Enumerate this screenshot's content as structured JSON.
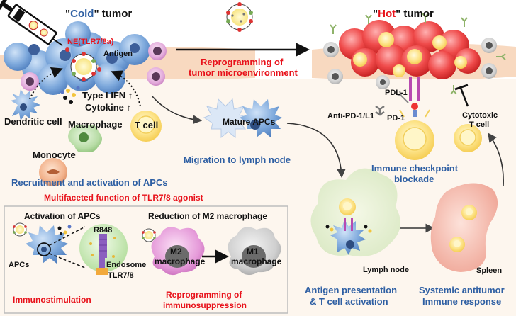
{
  "titles": {
    "cold_quote_open": "\"",
    "cold_word": "Cold",
    "cold_rest": "\" tumor",
    "hot_quote_open": "\"",
    "hot_word": "Hot",
    "hot_rest": "\" tumor"
  },
  "labels": {
    "ne_tlr": "NE(TLR7/8a)",
    "antigen": "Antigen",
    "type1_ifn": "Type I IFN ↑",
    "cytokine": "Cytokine ↑",
    "dendritic_cell": "Dendritic cell",
    "macrophage": "Macrophage",
    "monocyte": "Monocyte",
    "t_cell": "T cell",
    "reprogramming_line1": "Reprogramming of",
    "reprogramming_line2": "tumor microenvironment",
    "mature_apcs": "Mature APCs",
    "migration": "Migration to lymph node",
    "pdl1": "PDL-1",
    "anti_pd": "Anti-PD-1/L1",
    "pd1": "PD-1",
    "immune_checkpoint_line1": "Immune checkpoint",
    "immune_checkpoint_line2": "blockade",
    "cytotoxic_line1": "Cytotoxic",
    "cytotoxic_line2": "T cell",
    "recruitment": "Recruitment and activation of APCs",
    "multifaceted": "Multifaceted function of TLR7/8 agonist",
    "activation_apcs": "Activation of APCs",
    "reduction_m2": "Reduction of M2 macrophage",
    "r848": "R848",
    "endosome": "Endosome",
    "tlr78": "TLR7/8",
    "apcs": "APCs",
    "m2_line1": "M2",
    "m2_line2": "macrophage",
    "m1_line1": "M1",
    "m1_line2": "macrophage",
    "immunostimulation": "Immunostimulation",
    "reprog_immuno_line1": "Reprogramming of",
    "reprog_immuno_line2": "immunosuppression",
    "lymph_node": "Lymph node",
    "spleen": "Spleen",
    "antigen_pres_line1": "Antigen presentation",
    "antigen_pres_line2": "& T cell activation",
    "systemic_line1": "Systemic antitumor",
    "systemic_line2": "Immune response"
  },
  "colors": {
    "blue_text": "#2e5fa3",
    "red_text": "#e8111a",
    "cold_tumor": "#6f9fd8",
    "hot_tumor": "#e83a3a",
    "tissue_band": "#f7d9c0",
    "pale_background": "#fdf3ea"
  }
}
